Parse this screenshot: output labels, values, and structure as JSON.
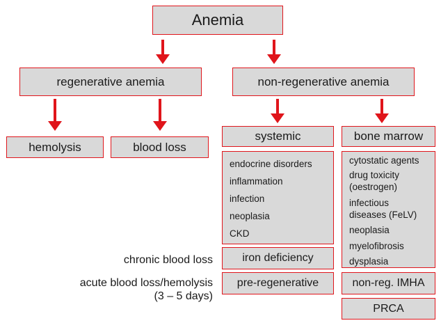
{
  "colors": {
    "box_fill": "#d9d9d9",
    "border_and_arrows": "#e0151b",
    "text": "#1a1a1a"
  },
  "root": {
    "label": "Anemia"
  },
  "regenerative": {
    "label": "regenerative anemia",
    "children": [
      "hemolysis",
      "blood loss"
    ]
  },
  "non_regenerative": {
    "label": "non-regenerative anemia",
    "systemic": {
      "label": "systemic",
      "items": [
        "endocrine disorders",
        "inflammation",
        "infection",
        "neoplasia",
        "CKD"
      ],
      "iron": "iron deficiency",
      "pre": "pre-regenerative"
    },
    "bone_marrow": {
      "label": "bone marrow",
      "items": [
        "cytostatic agents",
        "drug toxicity",
        "(oestrogen)",
        "infectious",
        "diseases (FeLV)",
        "neoplasia",
        "myelofibrosis",
        "dysplasia"
      ],
      "imha": "non-reg. IMHA",
      "prca": "PRCA"
    }
  },
  "side_labels": {
    "chronic": "chronic blood loss",
    "acute_line1": "acute blood loss/hemolysis",
    "acute_line2": "(3 – 5 days)"
  }
}
